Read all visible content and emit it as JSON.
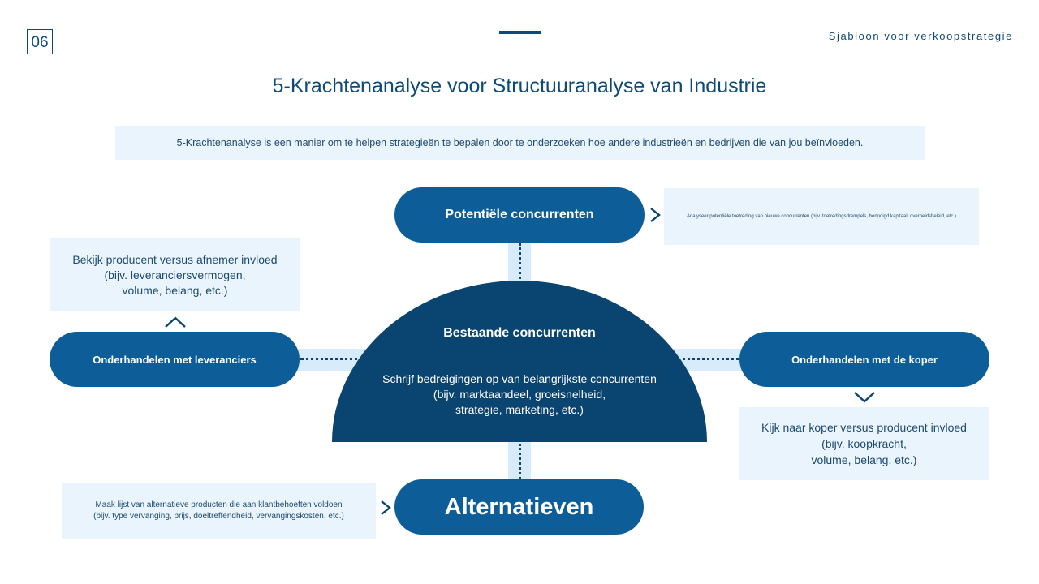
{
  "header": {
    "page_number": "06",
    "brand": "Sjabloon voor verkoopstrategie",
    "title": "5-Krachtenanalyse voor Structuuranalyse van Industrie",
    "intro": "5-Krachtenanalyse is een manier om te helpen strategieën te bepalen door te onderzoeken hoe andere industrieën en bedrijven die van jou beïnvloeden."
  },
  "forces": {
    "potential": {
      "label": "Potentiële concurrenten",
      "note": "Analyseer potentiële toetreding van nieuwe concurrenten (bijv. toetredingsdrempels, benodigd kapitaal, overheidsbeleid, etc.)"
    },
    "suppliers": {
      "label": "Onderhandelen met leveranciers",
      "note_lines": [
        "Bekijk producent versus afnemer invloed",
        "(bijv. leveranciersvermogen,",
        "volume, belang, etc.)"
      ]
    },
    "buyer": {
      "label": "Onderhandelen met de koper",
      "note_lines": [
        "Kijk naar koper versus producent invloed",
        "(bijv. koopkracht,",
        "volume, belang, etc.)"
      ]
    },
    "existing": {
      "label": "Bestaande concurrenten",
      "note_lines": [
        "Schrijf bedreigingen op van belangrijkste concurrenten",
        "(bijv. marktaandeel, groeisnelheid,",
        "strategie, marketing, etc.)"
      ]
    },
    "alternatives": {
      "label": "Alternatieven",
      "note_lines": [
        "Maak lijst van alternatieve producten die aan klantbehoeften voldoen",
        "(bijv. type vervanging, prijs, doeltreffendheid, vervangingskosten, etc.)"
      ]
    }
  },
  "icons": {
    "arrow_right": "chevron-right-icon",
    "arrow_up": "chevron-up-icon",
    "arrow_down": "chevron-down-icon"
  },
  "colors": {
    "primary": "#0c5d98",
    "dark": "#0a4470",
    "light_panel": "#eaf4fd",
    "connector": "#d7ebfa"
  }
}
